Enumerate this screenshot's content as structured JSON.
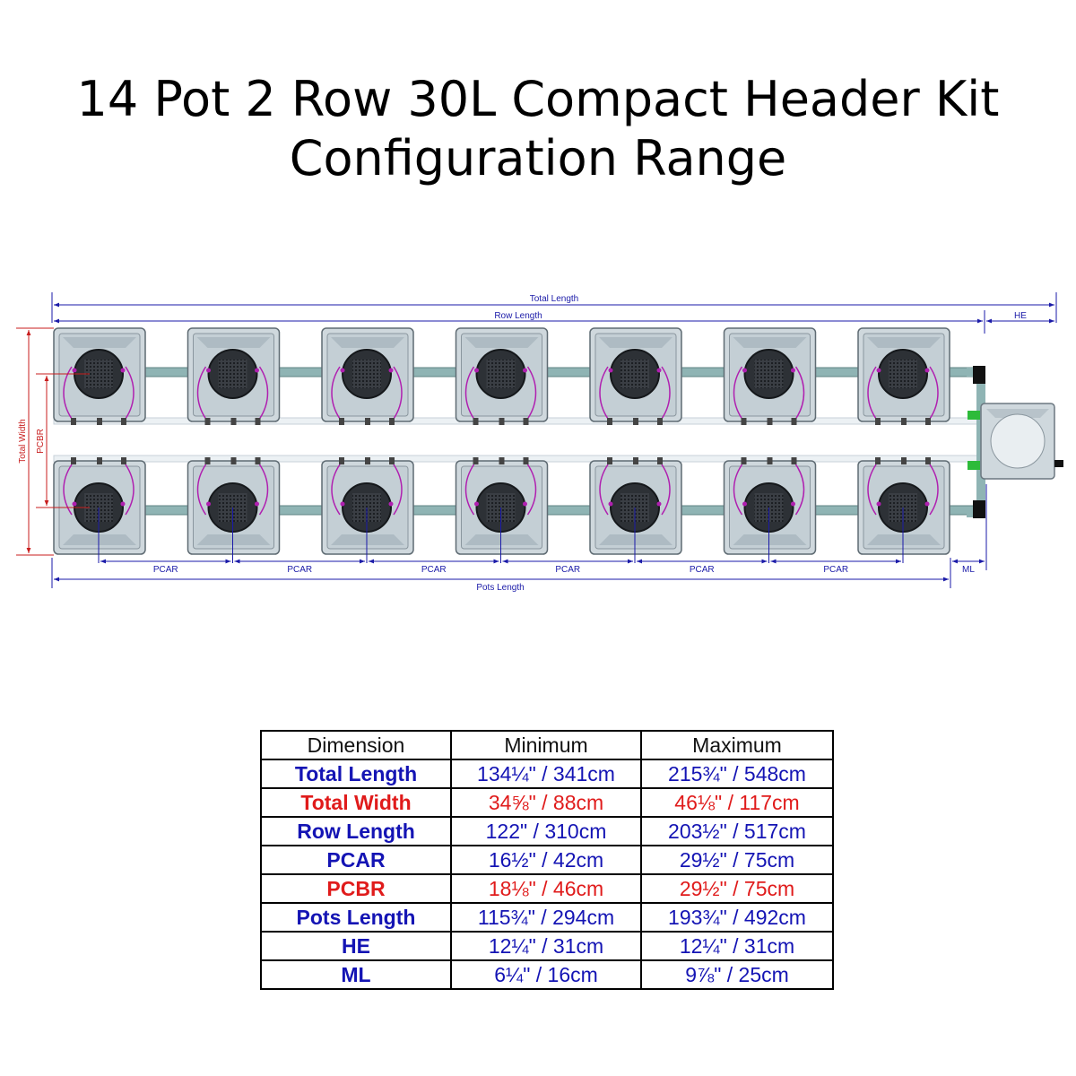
{
  "title": {
    "line1": "14 Pot 2 Row 30L Compact Header Kit",
    "line2": "Configuration Range"
  },
  "diagram": {
    "labels": {
      "total_length": "Total Length",
      "row_length": "Row Length",
      "he": "HE",
      "total_width": "Total Width",
      "pcbr": "PCBR",
      "pcar": "PCAR",
      "ml": "ML",
      "pots_length": "Pots Length"
    },
    "pots_per_row": 7,
    "rows": 2,
    "colors": {
      "dimension_blue": "#1a1aa8",
      "dimension_red": "#c81e1e",
      "pot_fill": "#cfd8dd",
      "pipe": "#8fb4b4",
      "hose": "#b01fb0"
    }
  },
  "table": {
    "headers": [
      "Dimension",
      "Minimum",
      "Maximum"
    ],
    "rows": [
      {
        "dimension": "Total Length",
        "minimum": "134¼\" / 341cm",
        "maximum": "215¾\" / 548cm",
        "color": "blue"
      },
      {
        "dimension": "Total Width",
        "minimum": "34⅝\" / 88cm",
        "maximum": "46⅛\" / 117cm",
        "color": "red"
      },
      {
        "dimension": "Row Length",
        "minimum": "122\" / 310cm",
        "maximum": "203½\" / 517cm",
        "color": "blue"
      },
      {
        "dimension": "PCAR",
        "minimum": "16½\" / 42cm",
        "maximum": "29½\" / 75cm",
        "color": "blue"
      },
      {
        "dimension": "PCBR",
        "minimum": "18⅛\" / 46cm",
        "maximum": "29½\" / 75cm",
        "color": "red"
      },
      {
        "dimension": "Pots Length",
        "minimum": "115¾\" / 294cm",
        "maximum": "193¾\" / 492cm",
        "color": "blue"
      },
      {
        "dimension": "HE",
        "minimum": "12¼\" / 31cm",
        "maximum": "12¼\" / 31cm",
        "color": "blue"
      },
      {
        "dimension": "ML",
        "minimum": "6¼\" / 16cm",
        "maximum": "9⅞\" / 25cm",
        "color": "blue"
      }
    ]
  }
}
